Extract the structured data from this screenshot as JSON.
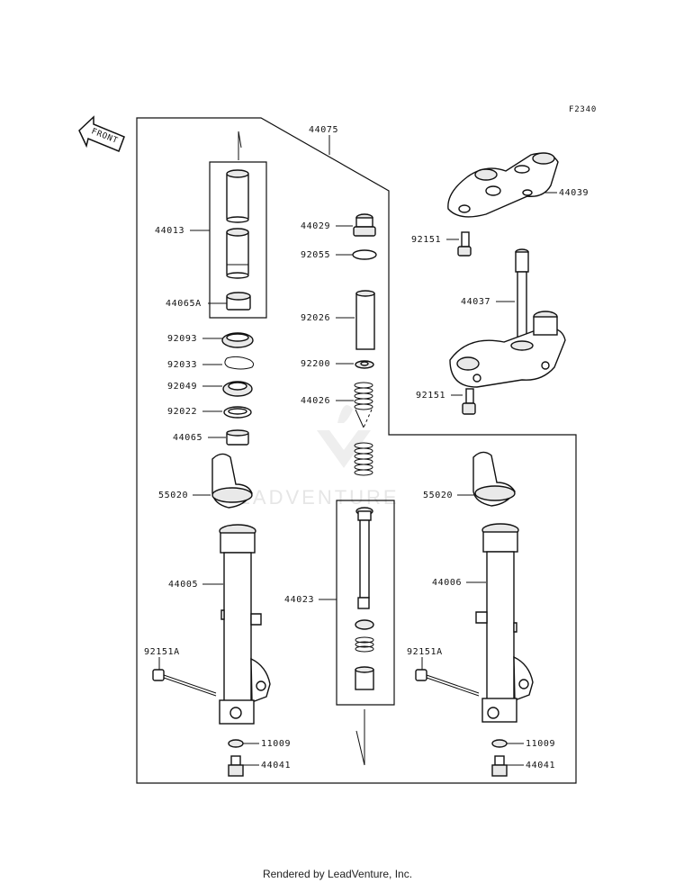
{
  "diagram_code": "F2340",
  "front_arrow_label": "FRONT",
  "watermark": "LEADVENTURE",
  "footer": "Rendered by LeadVenture, Inc.",
  "labels": {
    "p44075": "44075",
    "p44013": "44013",
    "p44065A": "44065A",
    "p92093": "92093",
    "p92033": "92033",
    "p92049": "92049",
    "p92022": "92022",
    "p44065": "44065",
    "p55020_left": "55020",
    "p44005": "44005",
    "p92151A_left": "92151A",
    "p11009_left": "11009",
    "p44041_left": "44041",
    "p44029": "44029",
    "p92055": "92055",
    "p92026": "92026",
    "p92200": "92200",
    "p44026": "44026",
    "p44023": "44023",
    "p44039": "44039",
    "p92151_top": "92151",
    "p44037": "44037",
    "p92151_bottom": "92151",
    "p55020_right": "55020",
    "p44006": "44006",
    "p92151A_right": "92151A",
    "p11009_right": "11009",
    "p44041_right": "44041"
  }
}
